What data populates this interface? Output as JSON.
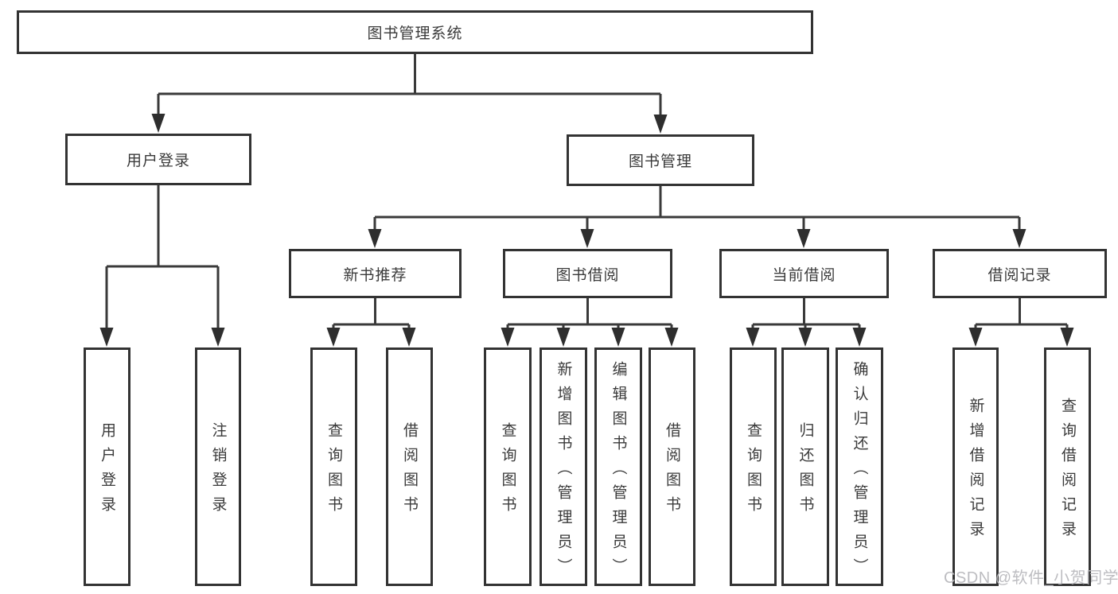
{
  "diagram": {
    "root": {
      "label": "图书管理系统"
    },
    "user_login": {
      "label": "用户登录",
      "children": [
        {
          "label": "用户登录"
        },
        {
          "label": "注销登录"
        }
      ]
    },
    "book_management": {
      "label": "图书管理",
      "sections": [
        {
          "label": "新书推荐",
          "children": [
            {
              "label": "查询图书"
            },
            {
              "label": "借阅图书"
            }
          ]
        },
        {
          "label": "图书借阅",
          "children": [
            {
              "label": "查询图书"
            },
            {
              "label": "新增图书（管理员）"
            },
            {
              "label": "编辑图书（管理员）"
            },
            {
              "label": "借阅图书"
            }
          ]
        },
        {
          "label": "当前借阅",
          "children": [
            {
              "label": "查询图书"
            },
            {
              "label": "归还图书"
            },
            {
              "label": "确认归还（管理员）"
            }
          ]
        },
        {
          "label": "借阅记录",
          "children": [
            {
              "label": "新增借阅记录"
            },
            {
              "label": "查询借阅记录"
            }
          ]
        }
      ]
    }
  },
  "watermark": "CSDN @软件_小贺同学",
  "colors": {
    "line": "#3a3a3a",
    "border": "#333333",
    "text": "#3a3a3a",
    "watermark": "#b9b9be"
  }
}
